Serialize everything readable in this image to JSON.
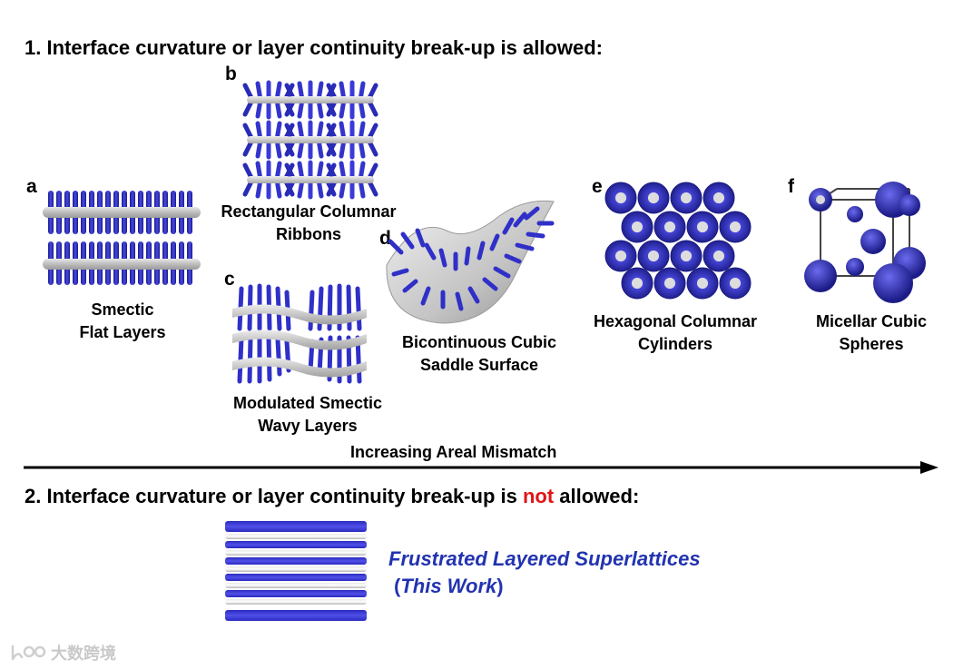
{
  "heading1": "1. Interface curvature or layer continuity break-up is allowed:",
  "heading2": {
    "before": "2. Interface curvature or layer continuity break-up is ",
    "emphasis": "not",
    "after": " allowed:",
    "emphasis_color": "#e01515"
  },
  "panels": {
    "a": {
      "letter": "a",
      "line1": "Smectic",
      "line2": "Flat Layers"
    },
    "b": {
      "letter": "b",
      "line1": "Rectangular Columnar",
      "line2": "Ribbons"
    },
    "c": {
      "letter": "c",
      "line1": "Modulated Smectic",
      "line2": "Wavy Layers"
    },
    "d": {
      "letter": "d",
      "line1": "Bicontinuous Cubic",
      "line2": "Saddle Surface"
    },
    "e": {
      "letter": "e",
      "line1": "Hexagonal Columnar",
      "line2": "Cylinders"
    },
    "f": {
      "letter": "f",
      "line1": "Micellar Cubic",
      "line2": "Spheres"
    }
  },
  "axis": {
    "label": "Increasing Areal Mismatch"
  },
  "highlight": {
    "line1": "Frustrated Layered Superlattices",
    "line2_open": "(",
    "line2_text": "This Work",
    "line2_close": ")",
    "color": "#2233b0"
  },
  "watermark": {
    "text": "大数跨境",
    "icon": "logo-icon"
  },
  "colors": {
    "rod": "#3030c8",
    "interface": "#c8c8c8",
    "accent": "#e01515"
  }
}
